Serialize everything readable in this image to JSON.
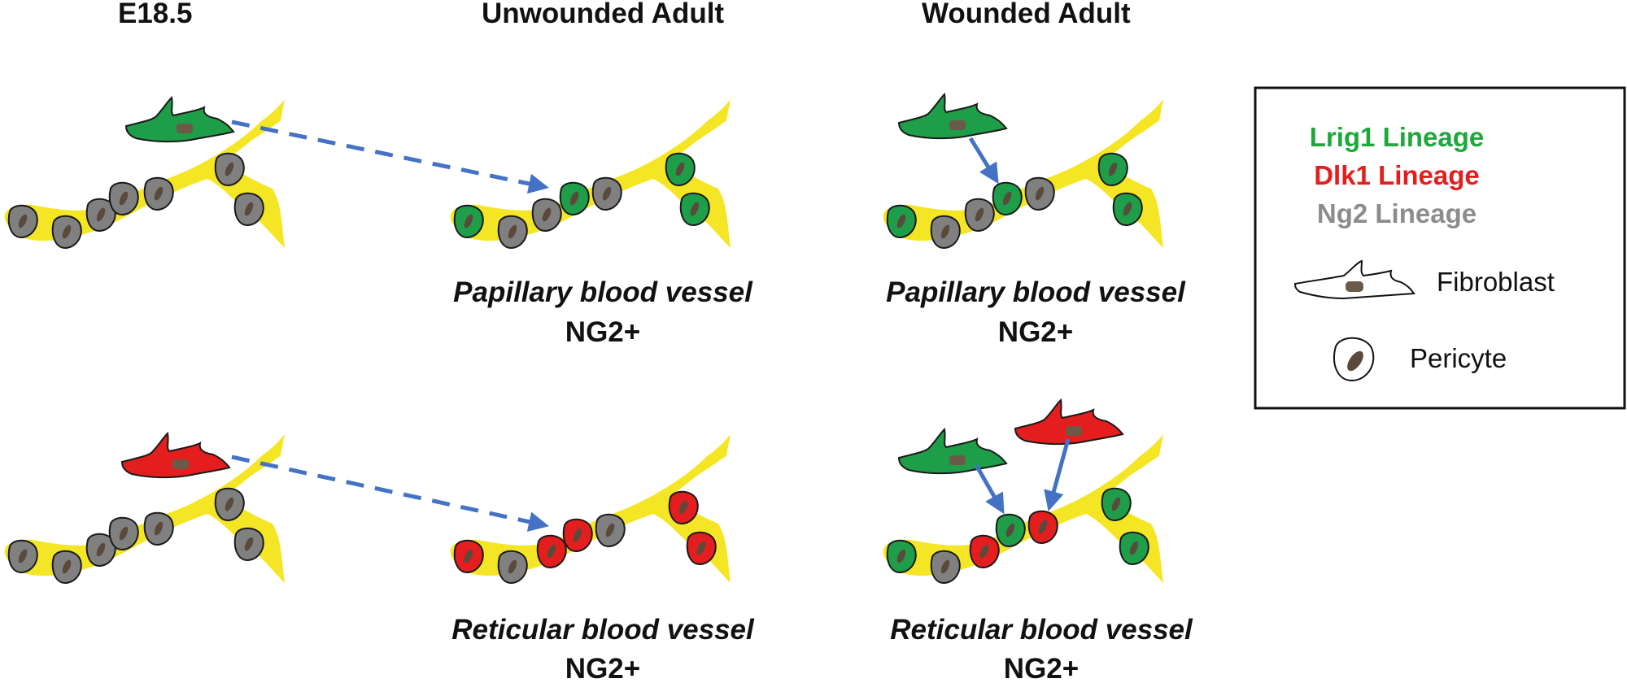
{
  "columns": {
    "embryo": "E18.5",
    "unwounded": "Unwounded Adult",
    "wounded": "Wounded Adult"
  },
  "rows": {
    "papillary": {
      "vessel": "Papillary blood vessel",
      "marker": "NG2+"
    },
    "reticular": {
      "vessel": "Reticular blood vessel",
      "marker": "NG2+"
    }
  },
  "legend": {
    "lineages": [
      {
        "label": "Lrig1 Lineage",
        "color": "#1ea83c"
      },
      {
        "label": "Dlk1 Lineage",
        "color": "#e41e1e"
      },
      {
        "label": "Ng2 Lineage",
        "color": "#8c8c8c"
      }
    ],
    "fibroblast": "Fibroblast",
    "pericyte": "Pericyte"
  },
  "colors": {
    "vessel": "#f5e625",
    "lrig1_cell": "#1f9e49",
    "dlk1_cell": "#e41e1e",
    "ng2_cell": "#808080",
    "arrow": "#4472c4",
    "nucleus": "#5a4a3c"
  }
}
